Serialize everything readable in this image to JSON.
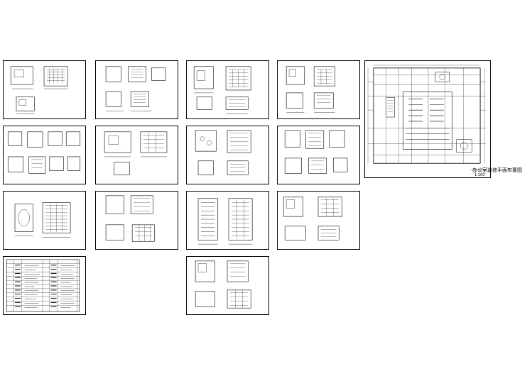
{
  "sheets": [
    {
      "id": "s-r1c1"
    },
    {
      "id": "s-r1c2"
    },
    {
      "id": "s-r1c3"
    },
    {
      "id": "s-r1c4"
    },
    {
      "id": "s-r2c1"
    },
    {
      "id": "s-r2c2"
    },
    {
      "id": "s-r2c3"
    },
    {
      "id": "s-r2c4"
    },
    {
      "id": "s-r3c1"
    },
    {
      "id": "s-r3c2"
    },
    {
      "id": "s-r3c3"
    },
    {
      "id": "s-r3c4"
    },
    {
      "id": "s-legend"
    },
    {
      "id": "s-r4c3"
    }
  ],
  "master_plan": {
    "title": "办公室装修平面布置图",
    "scale": "1:100"
  }
}
